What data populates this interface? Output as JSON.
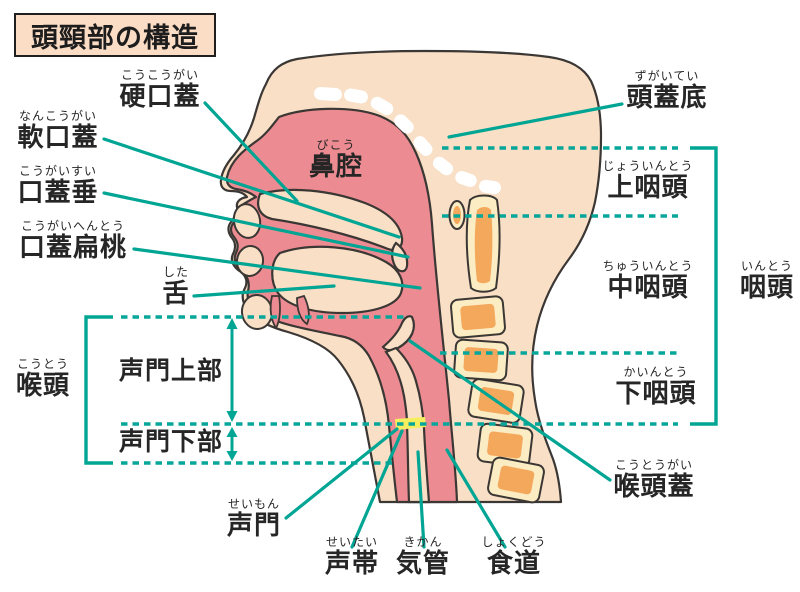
{
  "title": "頭頸部の構造",
  "colors": {
    "teal_accent": "#00a594",
    "skin": "#f8dfc5",
    "mucosa_pink": "#ec8c92",
    "bone_fill": "#fcecc3",
    "bone_core": "#f4a85c",
    "vocal_cord_yellow": "#f7ee5f",
    "skull_base_white": "#ffffff",
    "title_background": "#fbdcc4",
    "outline": "#3b3734",
    "text": "#262626"
  },
  "labels": {
    "hard_palate": {
      "furigana": "こうこうがい",
      "text": "硬口蓋"
    },
    "soft_palate": {
      "furigana": "なんこうがい",
      "text": "軟口蓋"
    },
    "uvula": {
      "furigana": "こうがいすい",
      "text": "口蓋垂"
    },
    "tonsil": {
      "furigana": "こうがいへんとう",
      "text": "口蓋扁桃"
    },
    "tongue": {
      "furigana": "した",
      "text": "舌"
    },
    "nasal_cavity": {
      "furigana": "びこう",
      "text": "鼻腔"
    },
    "skull_base": {
      "furigana": "ずがいてい",
      "text": "頭蓋底"
    },
    "nasopharynx": {
      "furigana": "じょういんとう",
      "text": "上咽頭"
    },
    "oropharynx": {
      "furigana": "ちゅういんとう",
      "text": "中咽頭"
    },
    "pharynx": {
      "furigana": "いんとう",
      "text": "咽頭"
    },
    "hypopharynx": {
      "furigana": "かいんとう",
      "text": "下咽頭"
    },
    "epiglottis": {
      "furigana": "こうとうがい",
      "text": "喉頭蓋"
    },
    "larynx": {
      "furigana": "こうとう",
      "text": "喉頭"
    },
    "supraglottis": {
      "text": "声門上部"
    },
    "subglottis": {
      "text": "声門下部"
    },
    "glottis": {
      "furigana": "せいもん",
      "text": "声門"
    },
    "vocal_cords": {
      "furigana": "せいたい",
      "text": "声帯"
    },
    "trachea": {
      "furigana": "きかん",
      "text": "気管"
    },
    "esophagus": {
      "furigana": "しょくどう",
      "text": "食道"
    }
  }
}
